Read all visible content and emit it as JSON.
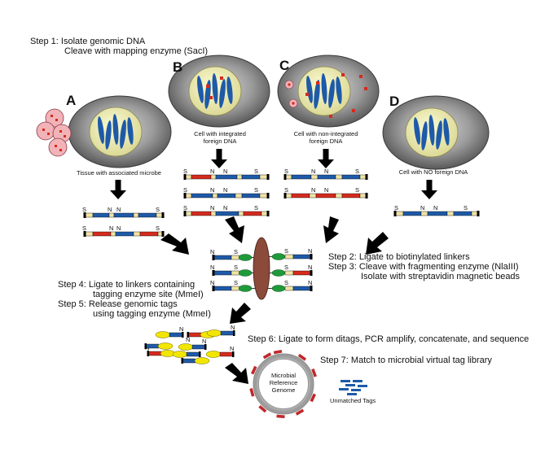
{
  "steps": {
    "step1_a": "Step 1: Isolate genomic DNA",
    "step1_b": "Cleave with mapping enzyme (SacI)",
    "step2": "Step 2: Ligate to biotinylated linkers",
    "step3_a": "Step 3: Cleave with fragmenting enzyme (NlaIII)",
    "step3_b": "Isolate with streptavidin magnetic beads",
    "step4_a": "Step 4: Ligate to linkers containing",
    "step4_b": "tagging enzyme site (MmeI)",
    "step5_a": "Step 5: Release genomic tags",
    "step5_b": "using tagging enzyme (MmeI)",
    "step6": "Step 6: Ligate to form ditags, PCR amplify, concatenate, and sequence",
    "step7": "Step 7: Match to microbial virtual tag library"
  },
  "panels": {
    "A": {
      "letter": "A",
      "caption": "Tissue with associated microbe"
    },
    "B": {
      "letter": "B",
      "caption_1": "Cell with integrated",
      "caption_2": "foreign DNA"
    },
    "C": {
      "letter": "C",
      "caption_1": "Cell with non-integrated",
      "caption_2": "foreign DNA"
    },
    "D": {
      "letter": "D",
      "caption": "Cell with NO foreign DNA"
    }
  },
  "site_labels": {
    "sac": "S",
    "nla": "N"
  },
  "genome": {
    "line1": "Microbial",
    "line2": "Reference",
    "line3": "Genome"
  },
  "unmatched_label": "Unmatched Tags",
  "colors": {
    "cell_outer": "#7a7a7a",
    "nucleus": "#e8e5a4",
    "chromosome": "#1e5aa8",
    "dna_blue": "#1e5aa8",
    "dna_red": "#d52b1e",
    "dna_yellow": "#f2e3a6",
    "linker_green": "#1f9a3a",
    "bead_brown": "#8b4a3a",
    "tag_yellow": "#f2e600",
    "microbe_pink": "#f2b3b8",
    "genome_ring": "#b4b4b4"
  }
}
